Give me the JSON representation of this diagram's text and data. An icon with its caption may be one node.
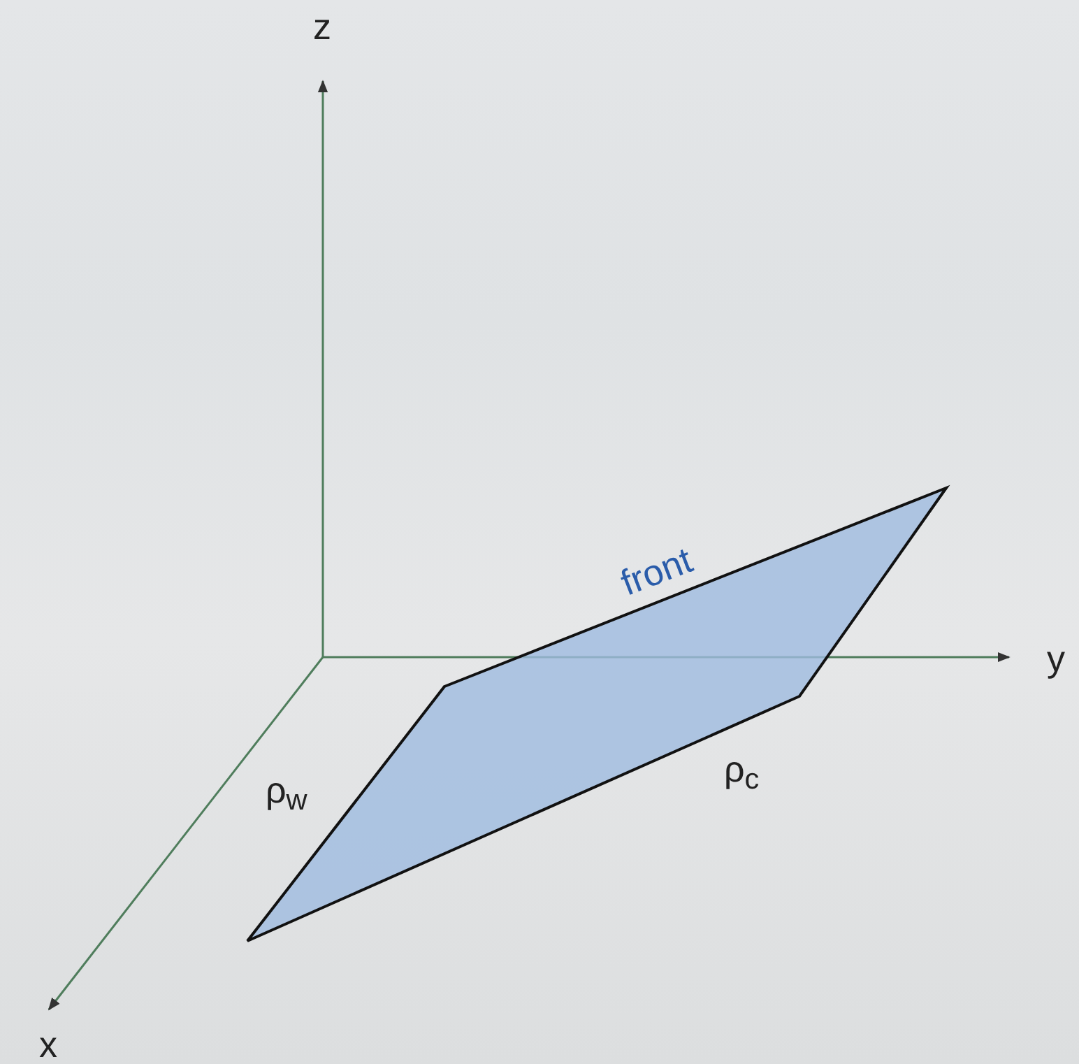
{
  "diagram": {
    "labels": [
      "z",
      "y",
      "x",
      "front",
      "ρ$_{w}$",
      "ρ$_{c}$"
    ]
  }
}
